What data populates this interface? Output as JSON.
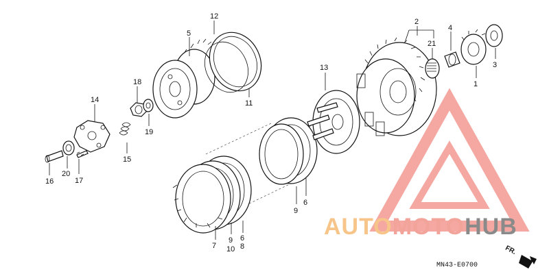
{
  "diagram": {
    "part_labels": {
      "p1": "1",
      "p2": "2",
      "p3": "3",
      "p4": "4",
      "p5": "5",
      "p6a": "6",
      "p6b": "6",
      "p7": "7",
      "p8": "8",
      "p9a": "9",
      "p9b": "9",
      "p10": "10",
      "p11": "11",
      "p12": "12",
      "p13": "13",
      "p14": "14",
      "p15": "15",
      "p16": "16",
      "p17": "17",
      "p18": "18",
      "p19": "19",
      "p20": "20",
      "p21": "21"
    },
    "drawing_code": "MN43-E0700",
    "direction_label": "FR."
  },
  "watermark": {
    "part_a": "AUTO",
    "part_b": "MOTO",
    "part_c": "HUB",
    "colors": {
      "auto": "#f7c58a",
      "moto": "#f2a39a",
      "hub": "#8a8a8a",
      "logo": "#f28b82"
    }
  }
}
